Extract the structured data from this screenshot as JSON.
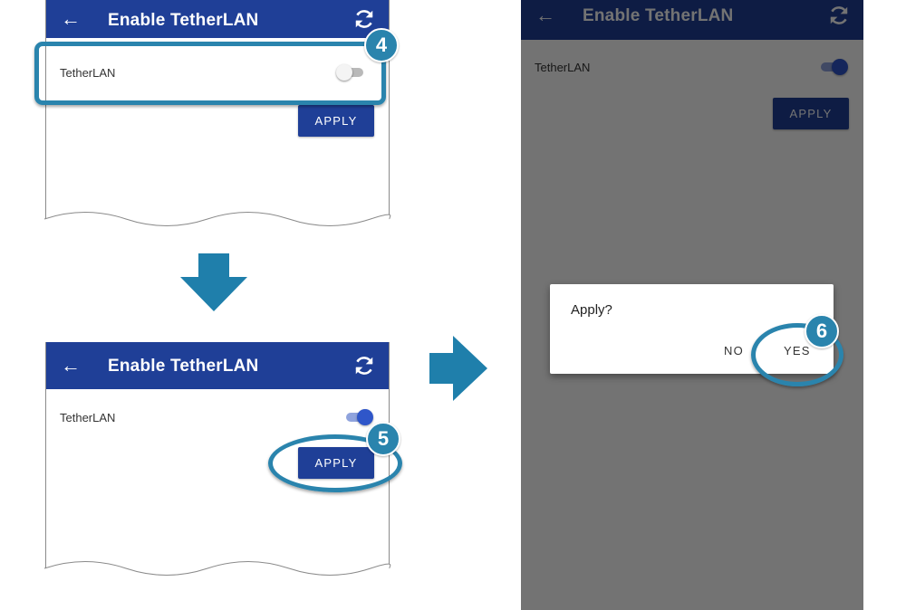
{
  "screen": {
    "back_glyph": "←",
    "title": "Enable TetherLAN",
    "refresh_icon": "refresh-icon",
    "setting_label": "TetherLAN",
    "apply_label": "APPLY"
  },
  "steps": {
    "step4": {
      "number": "4",
      "toggle_on": false
    },
    "step5": {
      "number": "5",
      "toggle_on": true
    },
    "step6": {
      "number": "6"
    }
  },
  "dialog": {
    "message": "Apply?",
    "no_label": "NO",
    "yes_label": "YES"
  },
  "colors": {
    "app_bar": "#1f3f97",
    "callout": "#2a84ad",
    "toggle_on": "#2f56c9",
    "toggle_off": "#b9b9b9",
    "dim_overlay": "rgba(0,0,0,0.55)"
  },
  "icons": {
    "arrow_down": "arrow-down-icon",
    "arrow_right": "arrow-right-icon"
  }
}
